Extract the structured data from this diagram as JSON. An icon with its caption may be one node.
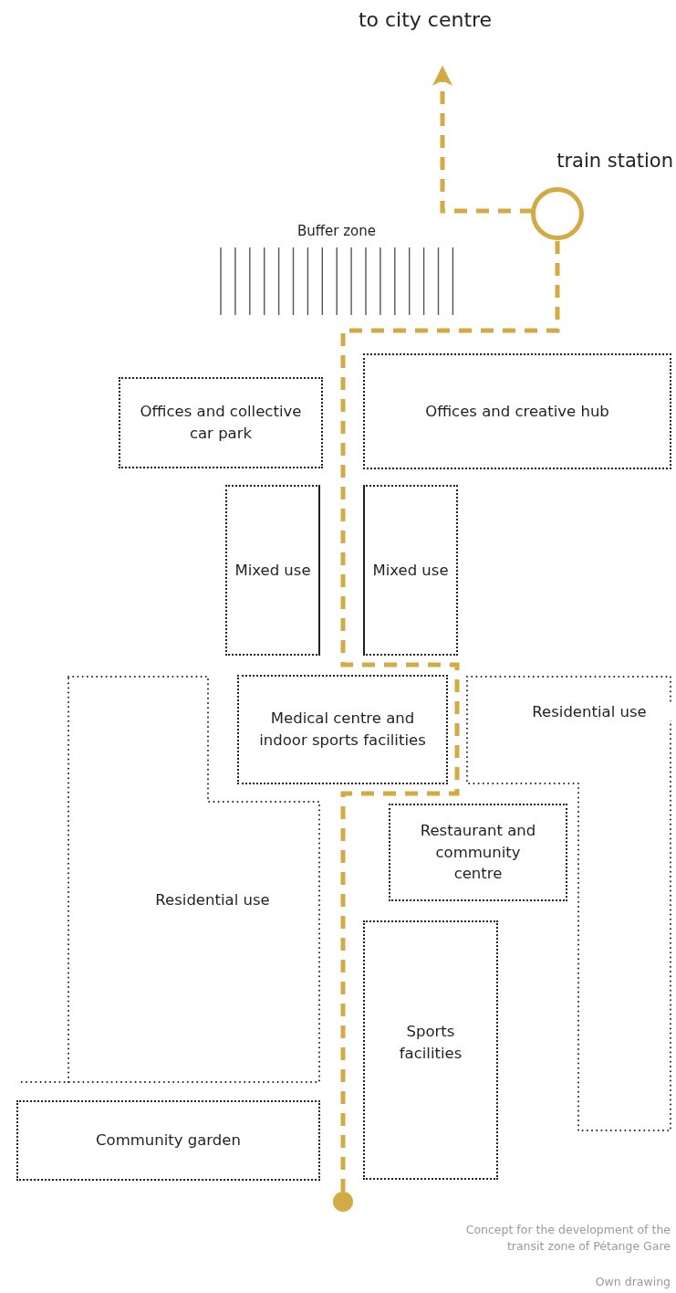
{
  "diagram": {
    "caption": "Concept for the development of the transit zone of Pétange Gare",
    "nodes": [
      {
        "text": [
          "to city centre"
        ]
      },
      {
        "text": [
          "train station"
        ]
      },
      {
        "text": [
          "Buffer zone"
        ]
      },
      {
        "text": [
          "Offices and collective car park"
        ]
      },
      {
        "text": [
          "Offices and creative hub"
        ]
      },
      {
        "text": [
          "Mixed use"
        ]
      },
      {
        "text": [
          "Mixed use"
        ]
      },
      {
        "text": [
          "Medical centre and indoor sports facilities"
        ]
      },
      {
        "text": [
          "Residential use"
        ]
      },
      {
        "text": [
          "Restaurant and community centre"
        ]
      },
      {
        "text": [
          "Residential use"
        ]
      },
      {
        "text": [
          "Sports facilities"
        ]
      },
      {
        "text": [
          "Community garden"
        ]
      },
      {
        "text": [],
        "shape": "circle"
      }
    ],
    "edges": [
      {
        "from": 13,
        "to": 1,
        "arrow": "none",
        "style": "dashed"
      },
      {
        "from": 1,
        "to": 0,
        "arrow": "to",
        "style": "dashed"
      }
    ],
    "labels": [
      "Own drawing"
    ]
  }
}
